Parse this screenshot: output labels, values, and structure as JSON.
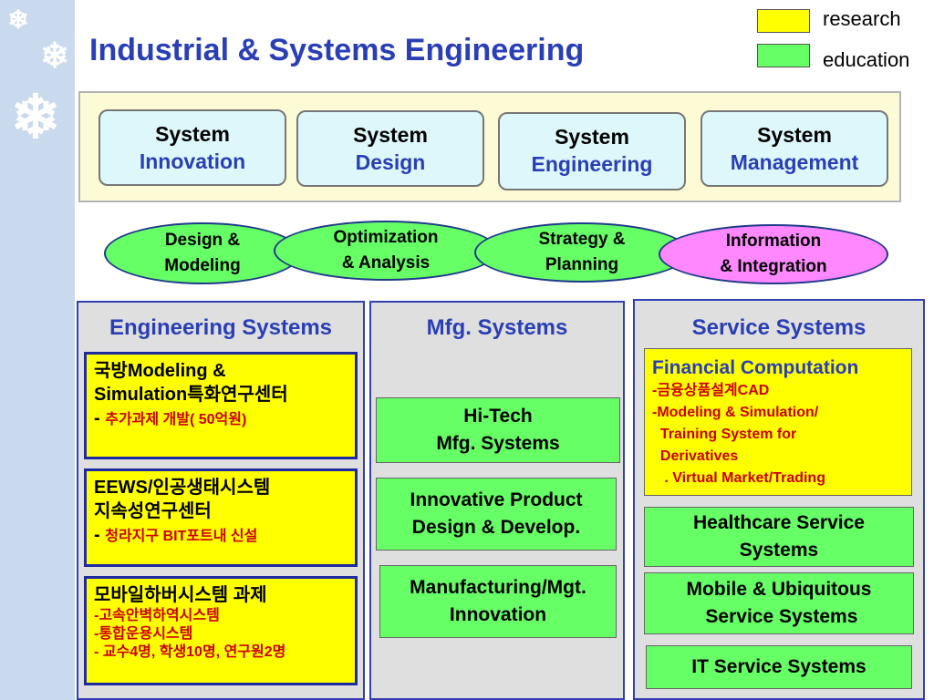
{
  "title": "Industrial & Systems Engineering",
  "legend": {
    "research": {
      "label": "research",
      "color": "#ffff00"
    },
    "education": {
      "label": "education",
      "color": "#66ff66"
    }
  },
  "systems": [
    {
      "line1": "System",
      "line2": "Innovation"
    },
    {
      "line1": "System",
      "line2": "Design"
    },
    {
      "line1": "System",
      "line2": "Engineering"
    },
    {
      "line1": "System",
      "line2": "Management"
    }
  ],
  "focus_areas": [
    {
      "line1": "Design &",
      "line2": "Modeling",
      "color": "#66ff66"
    },
    {
      "line1": "Optimization",
      "line2": "& Analysis",
      "color": "#66ff66"
    },
    {
      "line1": "Strategy &",
      "line2": "Planning",
      "color": "#66ff66"
    },
    {
      "line1": "Information",
      "line2": "& Integration",
      "color": "#ff88ff"
    }
  ],
  "engineering": {
    "heading": "Engineering Systems",
    "box1": {
      "line1a": "국방",
      "line1b": "Modeling &",
      "line2a": "Simulation",
      "line2b": "특화연구센터",
      "dash": "- ",
      "detail": "추가과제 개발( 50억원)"
    },
    "box2": {
      "line1": "EEWS/인공생태시스템",
      "line2": "지속성연구센터",
      "dash": "- ",
      "detail": "청라지구  BIT포트내 신설"
    },
    "box3": {
      "line1": "모바일하버시스템  과제",
      "items": [
        "-고속안벽하역시스템",
        "-통합운용시스템",
        "- 교수4명, 학생10명, 연구원2명"
      ]
    }
  },
  "mfg": {
    "heading": "Mfg. Systems",
    "items": [
      {
        "line1": "Hi-Tech",
        "line2": "Mfg.  Systems"
      },
      {
        "line1": "Innovative Product",
        "line2": "Design & Develop."
      },
      {
        "line1": "Manufacturing/Mgt.",
        "line2": "Innovation"
      }
    ]
  },
  "service": {
    "heading": "Service Systems",
    "financial": {
      "head": "Financial Computation",
      "items": [
        "-금융상품설계CAD",
        "-Modeling & Simulation/",
        "  Training System for",
        "  Derivatives",
        "   . Virtual Market/Trading"
      ]
    },
    "items": [
      {
        "line1": "Healthcare Service",
        "line2": "Systems"
      },
      {
        "line1": "Mobile & Ubiquitous",
        "line2": " Service Systems"
      },
      {
        "line1": "IT Service Systems",
        "line2": ""
      }
    ]
  },
  "icons": {
    "snowflake": "snowflake-icon"
  }
}
